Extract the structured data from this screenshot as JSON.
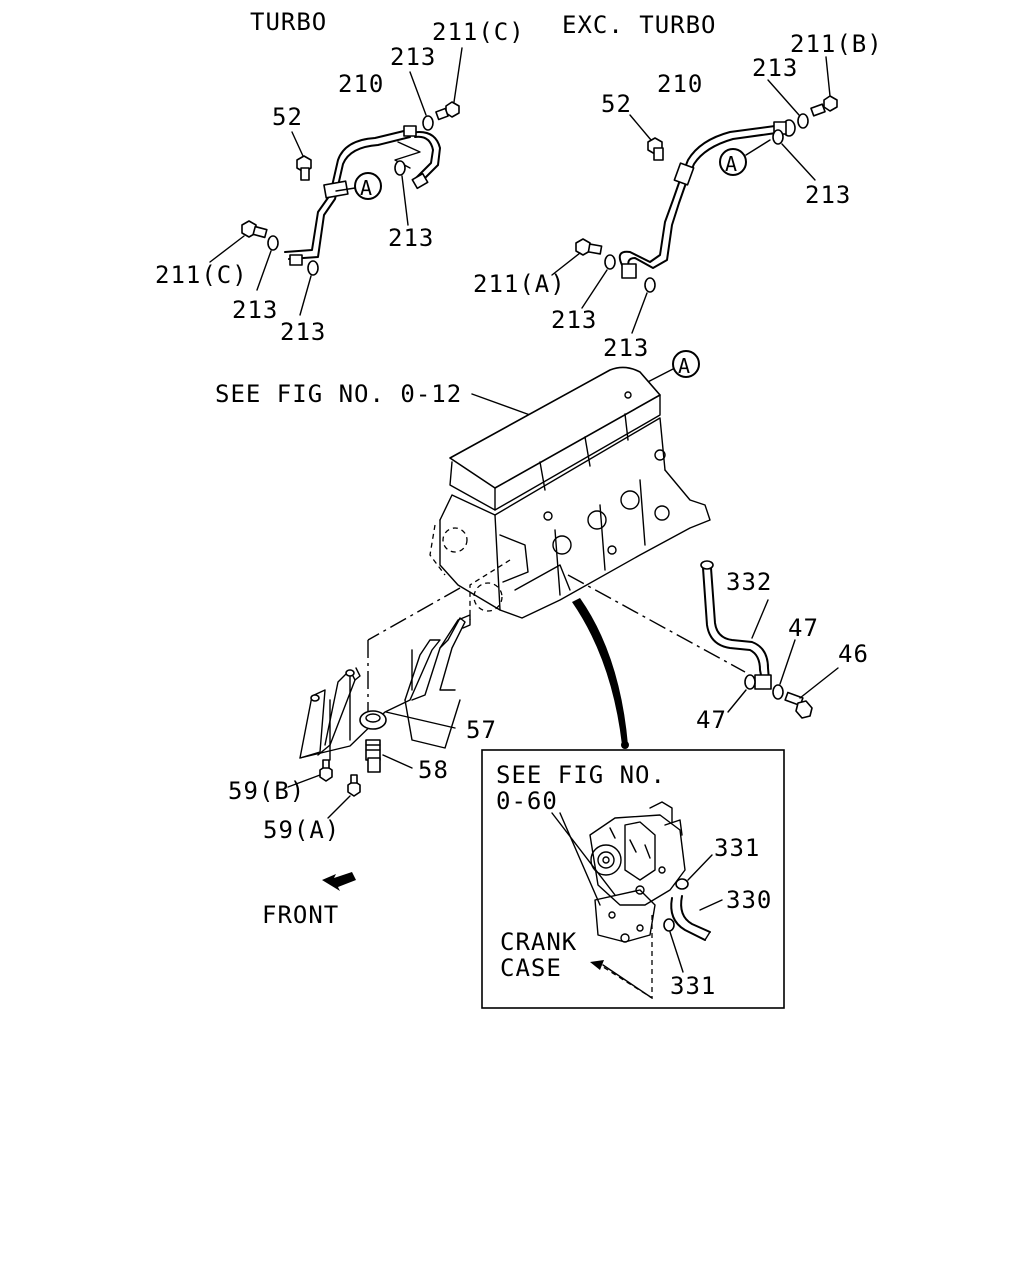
{
  "section_titles": {
    "turbo": "TURBO",
    "exc_turbo": "EXC. TURBO"
  },
  "references": {
    "see_fig_0_12": "SEE FIG NO. 0-12",
    "see_fig_0_60_line1": "SEE FIG NO.",
    "see_fig_0_60_line2": "0-60",
    "crank_case_line1": "CRANK",
    "crank_case_line2": "CASE",
    "front": "FRONT"
  },
  "callout_marker": "A",
  "turbo_labels": {
    "p211c_top": "211(C)",
    "p213_top": "213",
    "p210": "210",
    "p52": "52",
    "p213_right": "213",
    "p211c_left": "211(C)",
    "p213_left": "213",
    "p213_bottom": "213"
  },
  "exc_turbo_labels": {
    "p211b": "211(B)",
    "p213_top": "213",
    "p210": "210",
    "p52": "52",
    "p213_right": "213",
    "p211a": "211(A)",
    "p213_left": "213",
    "p213_bottom": "213"
  },
  "block_labels": {
    "p332": "332",
    "p47_top": "47",
    "p46": "46",
    "p47_bottom": "47",
    "p57": "57",
    "p58": "58",
    "p59b": "59(B)",
    "p59a": "59(A)"
  },
  "inset_labels": {
    "p331_top": "331",
    "p330": "330",
    "p331_bottom": "331"
  }
}
